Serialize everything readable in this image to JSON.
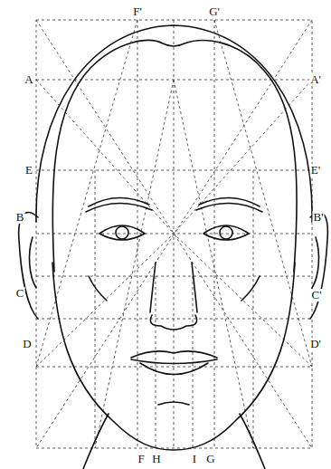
{
  "diagram": {
    "labels": [
      "F'",
      "G'",
      "A",
      "A'",
      "E",
      "E'",
      "B",
      "B'",
      "C",
      "C'",
      "D",
      "D'",
      "F",
      "H",
      "I",
      "G"
    ]
  }
}
